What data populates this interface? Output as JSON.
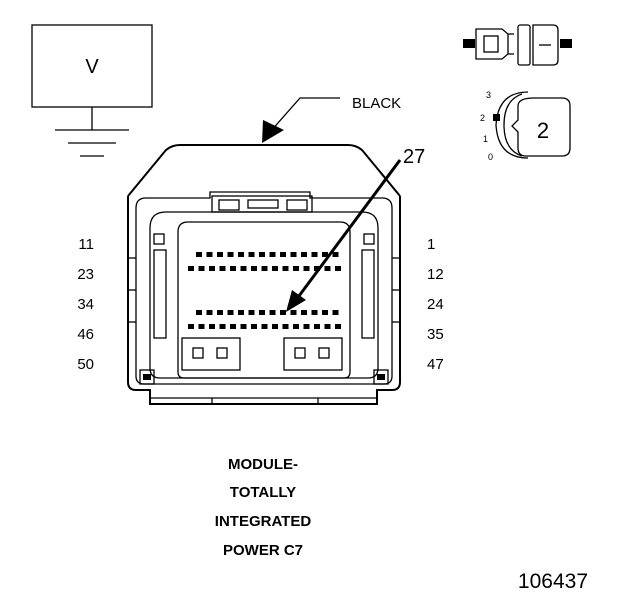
{
  "meter": {
    "label": "V"
  },
  "wire_color_label": "BLACK",
  "callout_pin": "27",
  "connector_view_number": "2",
  "position_scale": [
    "3",
    "2",
    "1",
    "0"
  ],
  "pin_labels_left": [
    "11",
    "23",
    "34",
    "46",
    "50"
  ],
  "pin_labels_right": [
    "1",
    "12",
    "24",
    "35",
    "47"
  ],
  "title_lines": [
    "MODULE-",
    "TOTALLY",
    "INTEGRATED",
    "POWER C7"
  ],
  "figure_number": "106437",
  "colors": {
    "ink": "#000000",
    "background": "#ffffff"
  }
}
